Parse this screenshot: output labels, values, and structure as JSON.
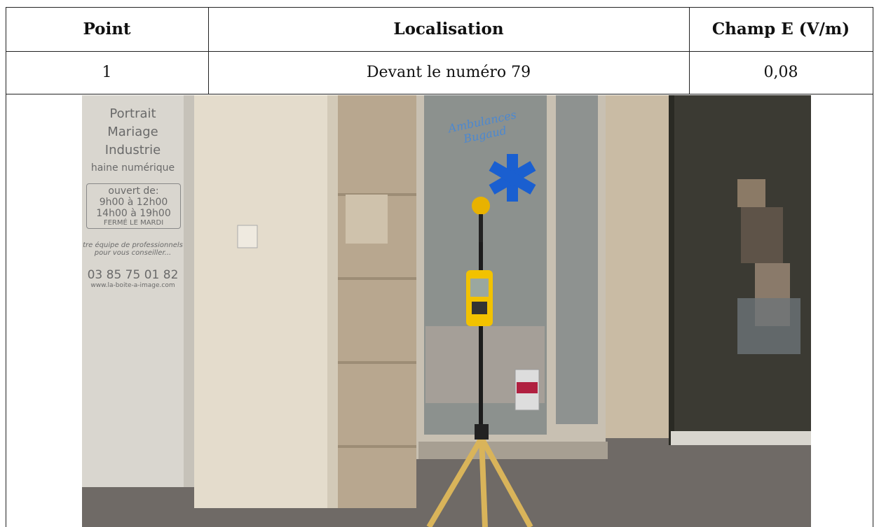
{
  "table": {
    "headers": [
      "Point",
      "Localisation",
      "Champ E (V/m)"
    ],
    "row": {
      "point": "1",
      "localisation": "Devant le numéro 79",
      "champ": "0,08"
    }
  },
  "photo": {
    "shop_sign": {
      "services": [
        "Portrait",
        "Mariage",
        "Industrie",
        "haine numérique"
      ],
      "hours_title": "ouvert de:",
      "hours": [
        "9h00 à 12h00",
        "14h00 à 19h00"
      ],
      "closed": "FERMÉ LE MARDI",
      "tagline": [
        "tre équipe de professionnels",
        "pour vous conseiller..."
      ],
      "phone": "03 85 75 01 82",
      "website": "www.la-boite-a-image.com"
    },
    "door_lettering": [
      "Ambulances",
      "Bugaud"
    ],
    "colors": {
      "sky_blue_star": "#1a5fd0",
      "meter_yellow": "#f2c200",
      "tripod_wood": "#d9b45a"
    }
  }
}
